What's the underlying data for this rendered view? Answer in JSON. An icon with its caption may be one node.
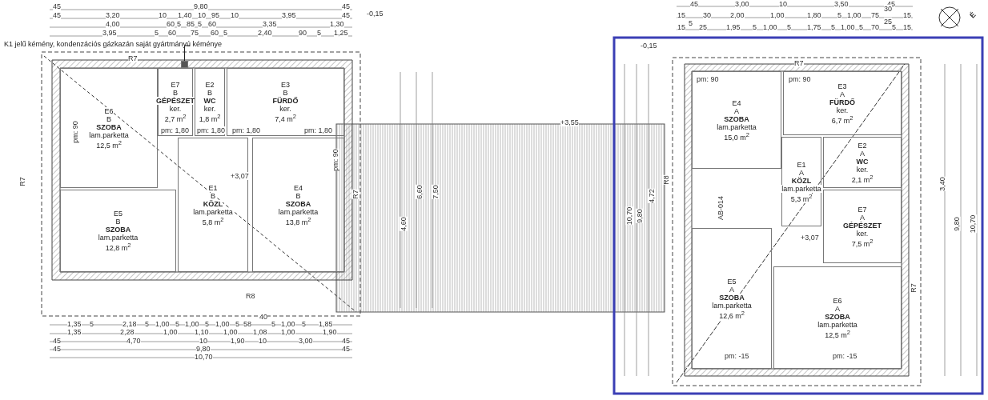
{
  "diagram": {
    "nodes": [
      {
        "text": [
          "K1 jelű kémény, kondenzációs gázkazán saját gyártmányú kéménye"
        ]
      },
      {
        "text": [],
        "shape": "box"
      },
      {
        "text": [
          "E6",
          "B",
          "SZOBA",
          "lam.parketta",
          "12,5 m$^{2}$"
        ]
      },
      {
        "text": [
          "E7",
          "B",
          "GÉPÉSZET",
          "ker.",
          "2,7 m$^{2}$"
        ]
      },
      {
        "text": [
          "E2",
          "B",
          "WC",
          "ker.",
          "1,8 m$^{2}$"
        ]
      },
      {
        "text": [
          "E3",
          "B",
          "FÜRDŐ",
          "ker.",
          "7,4 m$^{2}$"
        ]
      },
      {
        "text": [
          "E1",
          "B",
          "KÖZL",
          "lam.parketta",
          "5,8 m$^{2}$"
        ]
      },
      {
        "text": [
          "E5",
          "B",
          "SZOBA",
          "lam.parketta",
          "12,8 m$^{2}$"
        ]
      },
      {
        "text": [
          "E4",
          "B",
          "SZOBA",
          "lam.parketta",
          "13,8 m$^{2}$"
        ]
      },
      {
        "text": [
          "E4",
          "A",
          "SZOBA",
          "lam.parketta",
          "15,0 m$^{2}$"
        ]
      },
      {
        "text": [
          "E3",
          "A",
          "FÜRDŐ",
          "ker.",
          "6,7 m$^{2}$"
        ]
      },
      {
        "text": [
          "E2",
          "A",
          "WC",
          "ker.",
          "2,1 m$^{2}$"
        ]
      },
      {
        "text": [
          "E1",
          "A",
          "KÖZL",
          "lam.parketta",
          "5,3 m$^{2}$"
        ]
      },
      {
        "text": [
          "E7",
          "A",
          "GÉPÉSZET",
          "ker.",
          "7,5 m$^{2}$"
        ]
      },
      {
        "text": [
          "E5",
          "A",
          "SZOBA",
          "lam.parketta",
          "12,6 m$^{2}$"
        ]
      },
      {
        "text": [
          "E6",
          "A",
          "SZOBA",
          "lam.parketta",
          "12,5 m$^{2}$"
        ]
      }
    ],
    "edges": [
      {
        "from": 0,
        "to": 1,
        "arrow": "none"
      }
    ],
    "labels": [
      "45",
      "9,80",
      "45",
      "45",
      "3,20",
      "10",
      "1,40",
      "10",
      "95",
      "10",
      "3,95",
      "45",
      "4,00",
      "60",
      "5",
      "85",
      "5",
      "60",
      "3,35",
      "1,30",
      "3,95",
      "5",
      "60",
      "75",
      "60",
      "5",
      "2,40",
      "90",
      "5",
      "1,25",
      "-0,15",
      "R7",
      "pm: 1,80",
      "pm: 1,80",
      "pm: 1,80",
      "pm: 1,80",
      "R7",
      "+3,07",
      "R7",
      "pm: 90",
      "pm: 90",
      "R8",
      "1,35",
      "5",
      "2,18",
      "5",
      "1,00",
      "5",
      "1,00",
      "5",
      "1,00",
      "5",
      "58",
      "40",
      "5",
      "1,00",
      "5",
      "1,85",
      "1,35",
      "2,28",
      "1,00",
      "1,10",
      "1,00",
      "1,08",
      "1,00",
      "1,90",
      "45",
      "4,70",
      "10",
      "1,90",
      "10",
      "3,00",
      "45",
      "45",
      "9,80",
      "45",
      "10,70",
      "+3,55",
      "4,60",
      "6,60",
      "7,50",
      "45",
      "3,00",
      "10",
      "3,50",
      "45",
      "15",
      "30",
      "2,00",
      "1,00",
      "1,80",
      "5",
      "1,00",
      "75",
      "30",
      "15",
      "15",
      "5",
      "25",
      "1,95",
      "5",
      "1,00",
      "5",
      "1,75",
      "5",
      "1,00",
      "5",
      "70",
      "25",
      "5",
      "15",
      "É",
      "-0,15",
      "R7",
      "R8",
      "10,70",
      "9,80",
      "4,72",
      "pm: 90",
      "pm: 90",
      "AB-014",
      "+3,07",
      "R7",
      "pm: -15",
      "pm: -15",
      "3,40",
      "9,80",
      "10,70"
    ]
  }
}
